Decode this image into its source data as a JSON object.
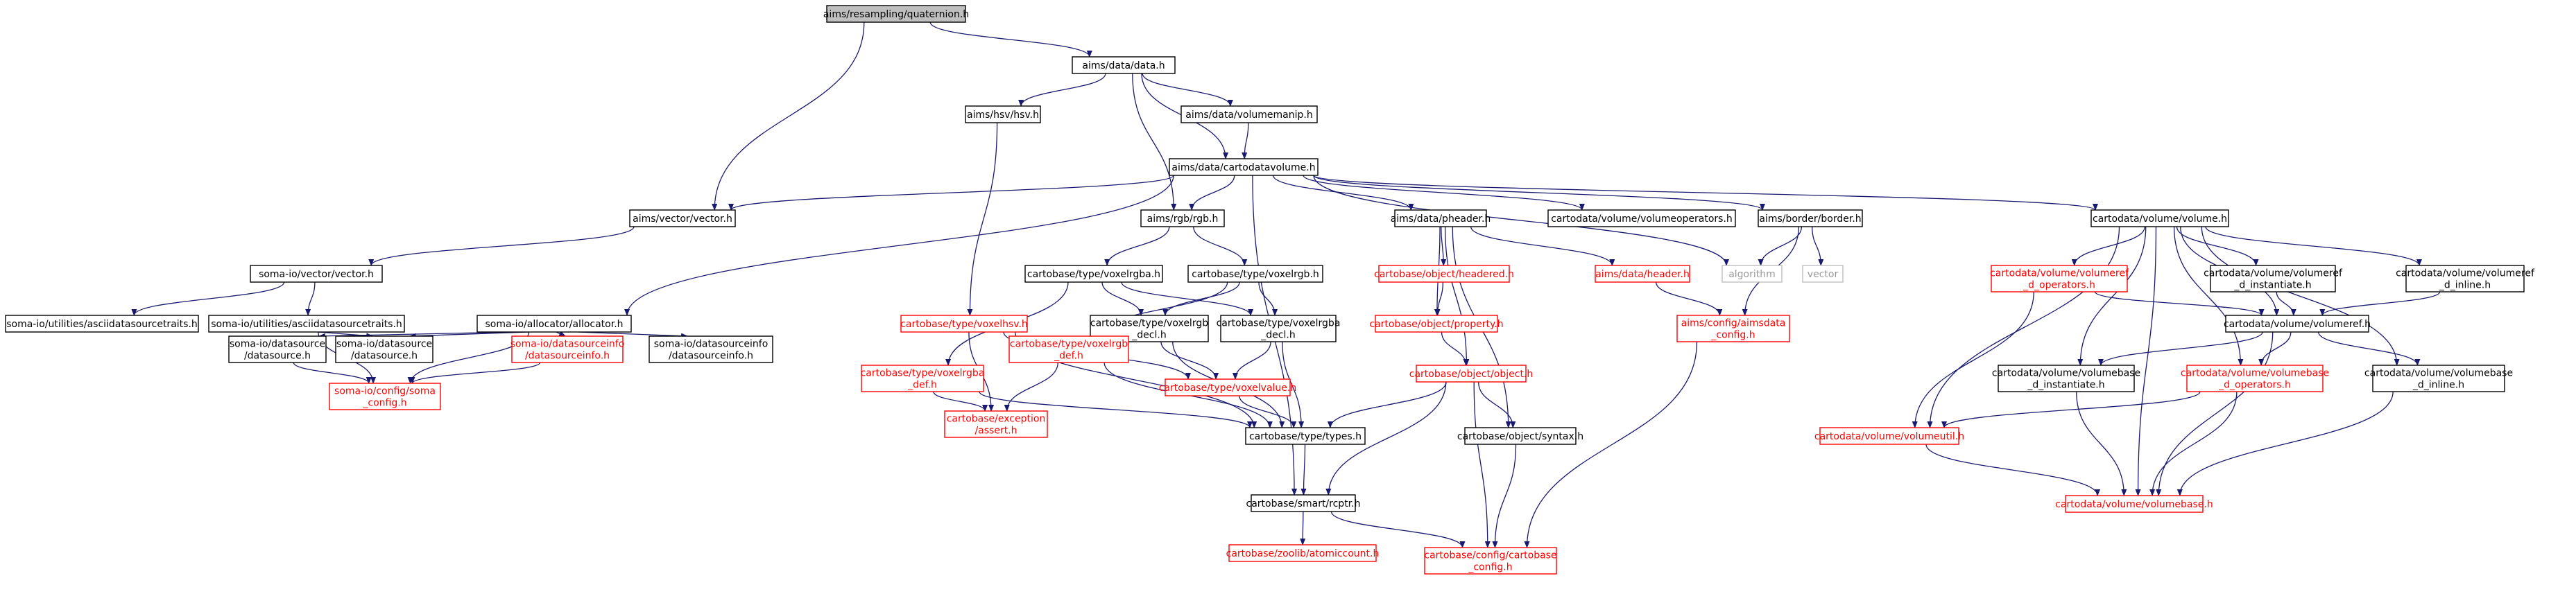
{
  "graph": {
    "colors": {
      "edge": "#191970",
      "root_fill": "#bfbfbf",
      "node_fill": "#ffffff",
      "node_border": "#000000",
      "undocumented_border": "#ff0000",
      "undocumented_text": "#ff0000",
      "external_border": "#bfbfbf",
      "external_text": "#999999"
    },
    "nodes": [
      {
        "id": "n0",
        "label": [
          "aims/resampling/quaternion.h"
        ],
        "style": "root"
      },
      {
        "id": "n1",
        "label": [
          "aims/data/data.h"
        ],
        "style": "normal"
      },
      {
        "id": "n2",
        "label": [
          "aims/hsv/hsv.h"
        ],
        "style": "normal"
      },
      {
        "id": "n3",
        "label": [
          "aims/data/volumemanip.h"
        ],
        "style": "normal"
      },
      {
        "id": "n4",
        "label": [
          "aims/data/cartodatavolume.h"
        ],
        "style": "normal"
      },
      {
        "id": "n5",
        "label": [
          "aims/vector/vector.h"
        ],
        "style": "normal"
      },
      {
        "id": "n6",
        "label": [
          "aims/rgb/rgb.h"
        ],
        "style": "normal"
      },
      {
        "id": "n7",
        "label": [
          "aims/data/pheader.h"
        ],
        "style": "normal"
      },
      {
        "id": "n8",
        "label": [
          "cartodata/volume/volumeoperators.h"
        ],
        "style": "normal"
      },
      {
        "id": "n9",
        "label": [
          "aims/border/border.h"
        ],
        "style": "normal"
      },
      {
        "id": "n10",
        "label": [
          "cartodata/volume/volume.h"
        ],
        "style": "normal"
      },
      {
        "id": "n11",
        "label": [
          "soma-io/vector/vector.h"
        ],
        "style": "normal"
      },
      {
        "id": "n12",
        "label": [
          "soma-io/utilities/asciidatasourcetraits.h"
        ],
        "style": "normal"
      },
      {
        "id": "n13",
        "label": [
          "soma-io/utilities/asciidatasourcetraits.h"
        ],
        "style": "normal"
      },
      {
        "id": "n14",
        "label": [
          "soma-io/allocator/allocator.h"
        ],
        "style": "normal"
      },
      {
        "id": "n15",
        "label": [
          "soma-io/datasource",
          "/datasource.h"
        ],
        "style": "normal"
      },
      {
        "id": "n16",
        "label": [
          "soma-io/datasource",
          "/datasource.h"
        ],
        "style": "normal"
      },
      {
        "id": "n17",
        "label": [
          "soma-io/datasourceinfo",
          "/datasourceinfo.h"
        ],
        "style": "red"
      },
      {
        "id": "n18",
        "label": [
          "soma-io/datasourceinfo",
          "/datasourceinfo.h"
        ],
        "style": "normal"
      },
      {
        "id": "n19",
        "label": [
          "soma-io/config/soma",
          "_config.h"
        ],
        "style": "red"
      },
      {
        "id": "n20",
        "label": [
          "cartobase/type/voxelrgba.h"
        ],
        "style": "normal"
      },
      {
        "id": "n21",
        "label": [
          "cartobase/type/voxelrgb.h"
        ],
        "style": "normal"
      },
      {
        "id": "n22",
        "label": [
          "cartobase/type/voxelhsv.h"
        ],
        "style": "red"
      },
      {
        "id": "n23",
        "label": [
          "cartobase/type/voxelrgba",
          "_def.h"
        ],
        "style": "red"
      },
      {
        "id": "n24",
        "label": [
          "cartobase/type/voxelrgb",
          "_decl.h"
        ],
        "style": "normal"
      },
      {
        "id": "n25",
        "label": [
          "cartobase/type/voxelrgba",
          "_decl.h"
        ],
        "style": "normal"
      },
      {
        "id": "n26",
        "label": [
          "cartobase/type/voxelrgb",
          "_def.h"
        ],
        "style": "red"
      },
      {
        "id": "n27",
        "label": [
          "cartobase/type/voxelvalue.h"
        ],
        "style": "red"
      },
      {
        "id": "n28",
        "label": [
          "cartobase/exception",
          "/assert.h"
        ],
        "style": "red"
      },
      {
        "id": "n29",
        "label": [
          "cartobase/type/types.h"
        ],
        "style": "normal"
      },
      {
        "id": "n30",
        "label": [
          "cartobase/smart/rcptr.h"
        ],
        "style": "normal"
      },
      {
        "id": "n31",
        "label": [
          "cartobase/zoolib/atomiccount.h"
        ],
        "style": "red"
      },
      {
        "id": "n32",
        "label": [
          "cartobase/config/cartobase",
          "_config.h"
        ],
        "style": "red"
      },
      {
        "id": "n33",
        "label": [
          "cartobase/object/headered.h"
        ],
        "style": "red"
      },
      {
        "id": "n34",
        "label": [
          "cartobase/object/property.h"
        ],
        "style": "red"
      },
      {
        "id": "n35",
        "label": [
          "cartobase/object/object.h"
        ],
        "style": "red"
      },
      {
        "id": "n36",
        "label": [
          "cartobase/object/syntax.h"
        ],
        "style": "normal"
      },
      {
        "id": "n37",
        "label": [
          "aims/data/header.h"
        ],
        "style": "red"
      },
      {
        "id": "n38",
        "label": [
          "algorithm"
        ],
        "style": "gray"
      },
      {
        "id": "n39",
        "label": [
          "vector"
        ],
        "style": "gray"
      },
      {
        "id": "n40",
        "label": [
          "aims/config/aimsdata",
          "_config.h"
        ],
        "style": "red"
      },
      {
        "id": "n41",
        "label": [
          "cartodata/volume/volumeref",
          "_d_operators.h"
        ],
        "style": "red"
      },
      {
        "id": "n42",
        "label": [
          "cartodata/volume/volumeref",
          "_d_instantiate.h"
        ],
        "style": "normal"
      },
      {
        "id": "n43",
        "label": [
          "cartodata/volume/volumeref",
          "_d_inline.h"
        ],
        "style": "normal"
      },
      {
        "id": "n44",
        "label": [
          "cartodata/volume/volumeref.h"
        ],
        "style": "normal"
      },
      {
        "id": "n45",
        "label": [
          "cartodata/volume/volumebase",
          "_d_instantiate.h"
        ],
        "style": "normal"
      },
      {
        "id": "n46",
        "label": [
          "cartodata/volume/volumebase",
          "_d_operators.h"
        ],
        "style": "red"
      },
      {
        "id": "n47",
        "label": [
          "cartodata/volume/volumebase",
          "_d_inline.h"
        ],
        "style": "normal"
      },
      {
        "id": "n48",
        "label": [
          "cartodata/volume/volumeutil.h"
        ],
        "style": "red"
      },
      {
        "id": "n49",
        "label": [
          "cartodata/volume/volumebase.h"
        ],
        "style": "red"
      }
    ],
    "edges": [
      [
        "n0",
        "n1"
      ],
      [
        "n0",
        "n5"
      ],
      [
        "n1",
        "n2"
      ],
      [
        "n1",
        "n3"
      ],
      [
        "n1",
        "n4"
      ],
      [
        "n1",
        "n6"
      ],
      [
        "n3",
        "n4"
      ],
      [
        "n2",
        "n22"
      ],
      [
        "n4",
        "n5"
      ],
      [
        "n4",
        "n6"
      ],
      [
        "n4",
        "n7"
      ],
      [
        "n4",
        "n8"
      ],
      [
        "n4",
        "n9"
      ],
      [
        "n4",
        "n10"
      ],
      [
        "n4",
        "n14"
      ],
      [
        "n4",
        "n30"
      ],
      [
        "n4",
        "n38"
      ],
      [
        "n5",
        "n11"
      ],
      [
        "n11",
        "n12"
      ],
      [
        "n11",
        "n13"
      ],
      [
        "n13",
        "n16"
      ],
      [
        "n13",
        "n19"
      ],
      [
        "n14",
        "n15"
      ],
      [
        "n14",
        "n16"
      ],
      [
        "n14",
        "n17"
      ],
      [
        "n14",
        "n18"
      ],
      [
        "n14",
        "n19"
      ],
      [
        "n15",
        "n19"
      ],
      [
        "n17",
        "n19"
      ],
      [
        "n6",
        "n20"
      ],
      [
        "n6",
        "n21"
      ],
      [
        "n20",
        "n23"
      ],
      [
        "n20",
        "n24"
      ],
      [
        "n20",
        "n25"
      ],
      [
        "n21",
        "n24"
      ],
      [
        "n21",
        "n25"
      ],
      [
        "n21",
        "n26"
      ],
      [
        "n22",
        "n27"
      ],
      [
        "n22",
        "n28"
      ],
      [
        "n22",
        "n29"
      ],
      [
        "n23",
        "n28"
      ],
      [
        "n23",
        "n29"
      ],
      [
        "n24",
        "n27"
      ],
      [
        "n24",
        "n29"
      ],
      [
        "n25",
        "n27"
      ],
      [
        "n25",
        "n29"
      ],
      [
        "n26",
        "n28"
      ],
      [
        "n26",
        "n29"
      ],
      [
        "n27",
        "n29"
      ],
      [
        "n29",
        "n30"
      ],
      [
        "n30",
        "n31"
      ],
      [
        "n30",
        "n32"
      ],
      [
        "n7",
        "n33"
      ],
      [
        "n7",
        "n34"
      ],
      [
        "n7",
        "n35"
      ],
      [
        "n7",
        "n36"
      ],
      [
        "n7",
        "n37"
      ],
      [
        "n33",
        "n34"
      ],
      [
        "n34",
        "n35"
      ],
      [
        "n35",
        "n29"
      ],
      [
        "n35",
        "n30"
      ],
      [
        "n35",
        "n32"
      ],
      [
        "n35",
        "n36"
      ],
      [
        "n36",
        "n32"
      ],
      [
        "n37",
        "n40"
      ],
      [
        "n40",
        "n32"
      ],
      [
        "n9",
        "n38"
      ],
      [
        "n9",
        "n39"
      ],
      [
        "n9",
        "n40"
      ],
      [
        "n10",
        "n41"
      ],
      [
        "n10",
        "n42"
      ],
      [
        "n10",
        "n43"
      ],
      [
        "n10",
        "n44"
      ],
      [
        "n10",
        "n45"
      ],
      [
        "n10",
        "n46"
      ],
      [
        "n10",
        "n47"
      ],
      [
        "n10",
        "n48"
      ],
      [
        "n10",
        "n49"
      ],
      [
        "n41",
        "n44"
      ],
      [
        "n41",
        "n48"
      ],
      [
        "n42",
        "n44"
      ],
      [
        "n43",
        "n44"
      ],
      [
        "n44",
        "n45"
      ],
      [
        "n44",
        "n46"
      ],
      [
        "n44",
        "n47"
      ],
      [
        "n44",
        "n49"
      ],
      [
        "n45",
        "n49"
      ],
      [
        "n46",
        "n48"
      ],
      [
        "n46",
        "n49"
      ],
      [
        "n47",
        "n49"
      ],
      [
        "n48",
        "n49"
      ]
    ]
  }
}
